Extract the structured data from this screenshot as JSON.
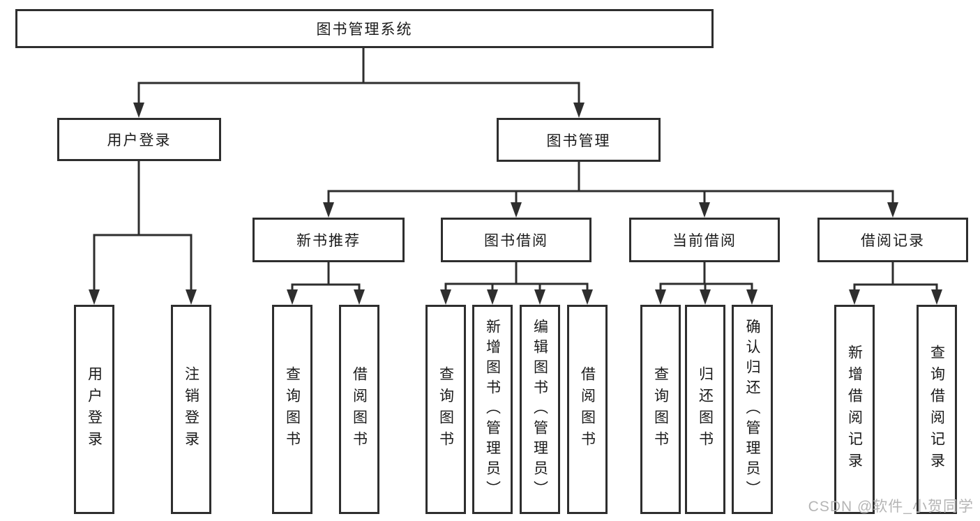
{
  "tree": {
    "root": "图书管理系统",
    "children": [
      {
        "label": "用户登录",
        "children": [
          {
            "label": "用户登录"
          },
          {
            "label": "注销登录"
          }
        ]
      },
      {
        "label": "图书管理",
        "children": [
          {
            "label": "新书推荐",
            "children": [
              {
                "label": "查询图书"
              },
              {
                "label": "借阅图书"
              }
            ]
          },
          {
            "label": "图书借阅",
            "children": [
              {
                "label": "查询图书"
              },
              {
                "label": "新增图书（管理员）"
              },
              {
                "label": "编辑图书（管理员）"
              },
              {
                "label": "借阅图书"
              }
            ]
          },
          {
            "label": "当前借阅",
            "children": [
              {
                "label": "查询图书"
              },
              {
                "label": "归还图书"
              },
              {
                "label": "确认归还（管理员）"
              }
            ]
          },
          {
            "label": "借阅记录",
            "children": [
              {
                "label": "新增借阅记录"
              },
              {
                "label": "查询借阅记录"
              }
            ]
          }
        ]
      }
    ]
  },
  "watermark": "CSDN @软件_小贺同学",
  "colors": {
    "line": "#2e2e2e",
    "text": "#1a1a1a",
    "box_background": "#ffffff",
    "watermark": "#b5b5b5",
    "background": "#ffffff"
  }
}
